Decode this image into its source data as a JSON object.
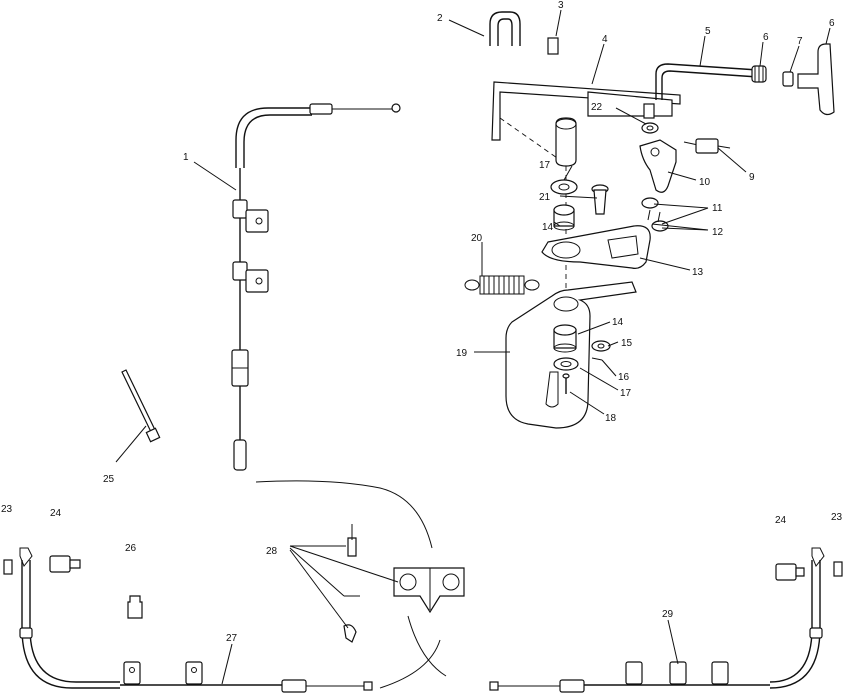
{
  "diagram": {
    "callouts": [
      {
        "id": "c1",
        "text": "1"
      },
      {
        "id": "c2",
        "text": "2"
      },
      {
        "id": "c3",
        "text": "3"
      },
      {
        "id": "c4",
        "text": "4"
      },
      {
        "id": "c5",
        "text": "5"
      },
      {
        "id": "c6a",
        "text": "6"
      },
      {
        "id": "c6b",
        "text": "6"
      },
      {
        "id": "c7",
        "text": "7"
      },
      {
        "id": "c9",
        "text": "9"
      },
      {
        "id": "c10",
        "text": "10"
      },
      {
        "id": "c11",
        "text": "11"
      },
      {
        "id": "c12",
        "text": "12"
      },
      {
        "id": "c13",
        "text": "13"
      },
      {
        "id": "c14a",
        "text": "14"
      },
      {
        "id": "c14b",
        "text": "14"
      },
      {
        "id": "c15",
        "text": "15"
      },
      {
        "id": "c16",
        "text": "16"
      },
      {
        "id": "c17a",
        "text": "17"
      },
      {
        "id": "c17b",
        "text": "17"
      },
      {
        "id": "c18",
        "text": "18"
      },
      {
        "id": "c19",
        "text": "19"
      },
      {
        "id": "c20",
        "text": "20"
      },
      {
        "id": "c21",
        "text": "21"
      },
      {
        "id": "c22",
        "text": "22"
      },
      {
        "id": "c23a",
        "text": "23"
      },
      {
        "id": "c23b",
        "text": "23"
      },
      {
        "id": "c24a",
        "text": "24"
      },
      {
        "id": "c24b",
        "text": "24"
      },
      {
        "id": "c25",
        "text": "25"
      },
      {
        "id": "c26",
        "text": "26"
      },
      {
        "id": "c27",
        "text": "27"
      },
      {
        "id": "c28",
        "text": "28"
      },
      {
        "id": "c29",
        "text": "29"
      }
    ]
  }
}
